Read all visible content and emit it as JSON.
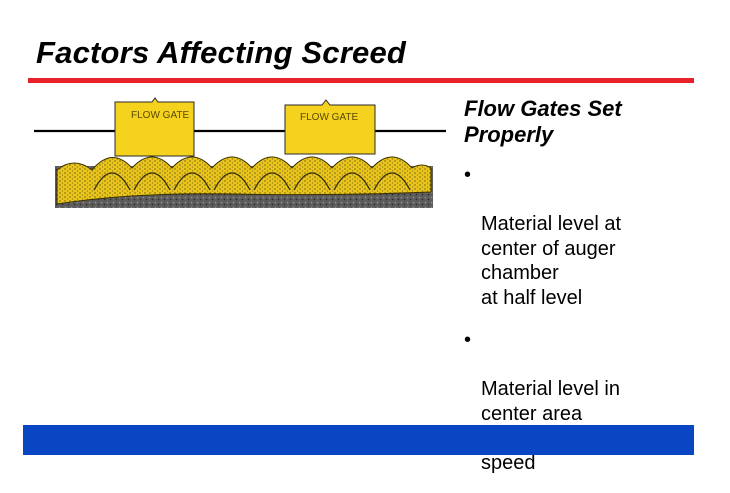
{
  "slide": {
    "title": "Factors Affecting Screed",
    "heading": "Flow Gates Set Properly",
    "bullets": [
      "Material level at\ncenter of auger\nchamber\nat half level",
      "Material level in\ncenter area\ncontrols auger\nspeed"
    ],
    "bullet_glyph": "•"
  },
  "figure": {
    "gate_left_label": "FLOW GATE",
    "gate_right_label": "FLOW GATE"
  },
  "colors": {
    "title_rule": "#e8202a",
    "footer_bar": "#0a46c3",
    "gate_fill": "#f5d21e",
    "material_fill": "#e8c41c",
    "chamber_fill": "#4a4a4a"
  }
}
